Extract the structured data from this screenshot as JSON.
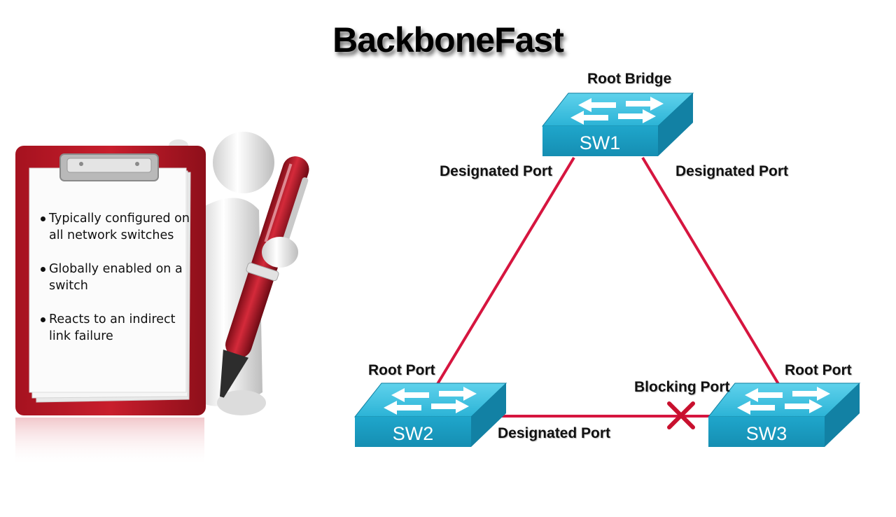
{
  "title": "BackboneFast",
  "clipboard": {
    "bullets": [
      "Typically configured on all network switches",
      "Globally enabled on a switch",
      "Reacts to an indirect link failure"
    ]
  },
  "diagram": {
    "switches": [
      {
        "id": "sw1",
        "name": "SW1",
        "role_label": "Root Bridge"
      },
      {
        "id": "sw2",
        "name": "SW2"
      },
      {
        "id": "sw3",
        "name": "SW3"
      }
    ],
    "port_labels": {
      "sw1_left": "Designated Port",
      "sw1_right": "Designated Port",
      "sw2_top": "Root Port",
      "sw2_right": "Designated Port",
      "sw3_top": "Root Port",
      "sw3_left": "Blocking Port"
    },
    "link_color": "#d6153f",
    "switch_color": "#1aa3c9",
    "blocked_marker": "x-mark"
  }
}
